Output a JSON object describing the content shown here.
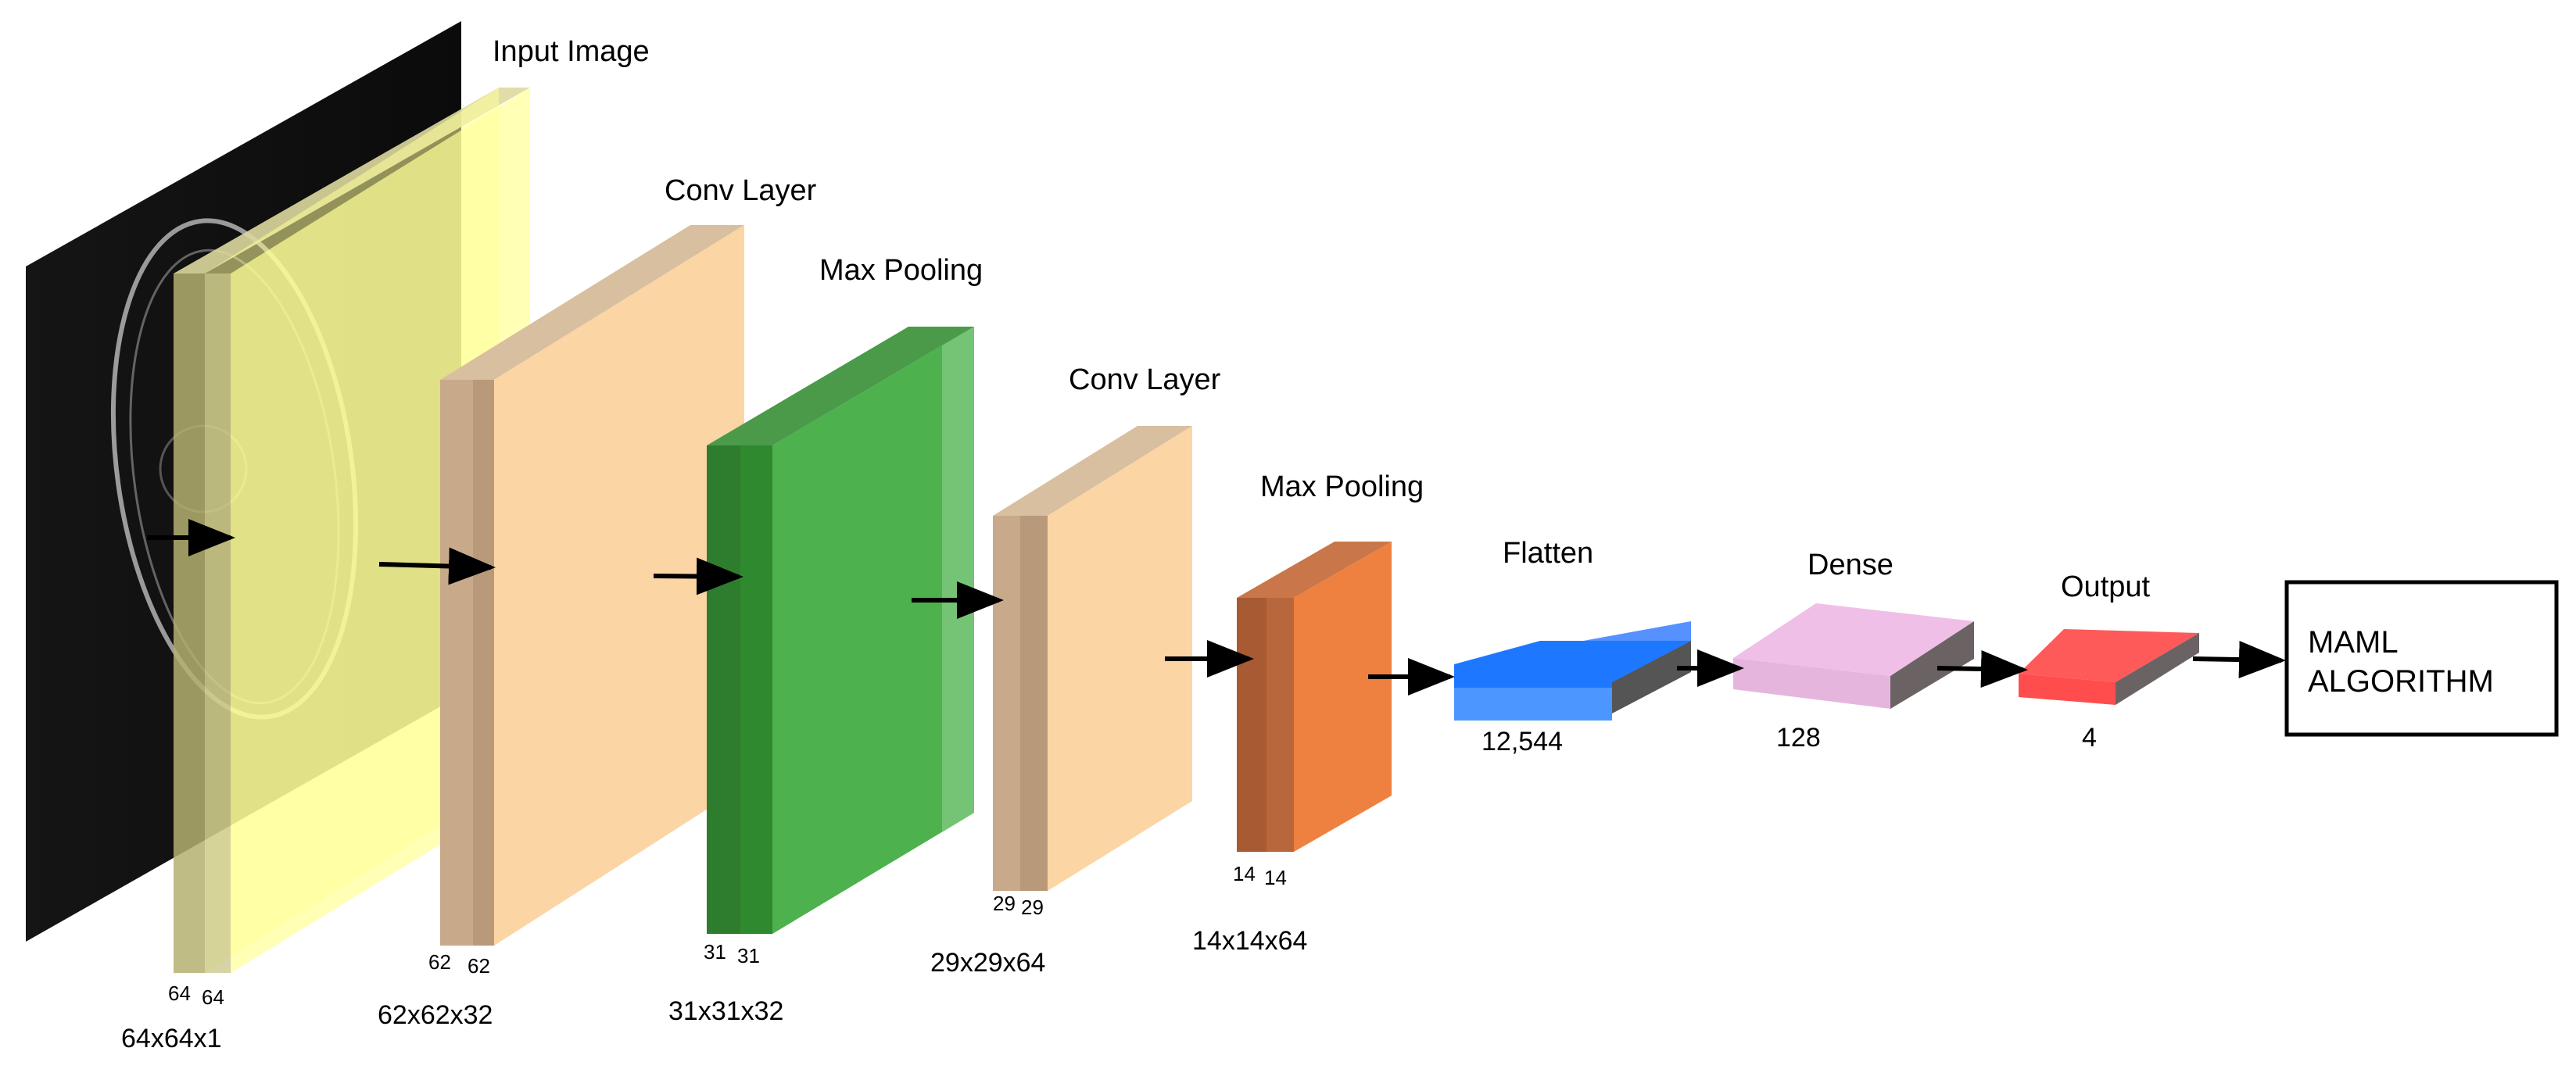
{
  "layers": {
    "input": {
      "title": "Input Image",
      "width": "64",
      "height": "64",
      "shape": "64x64x1"
    },
    "conv1": {
      "title": "Conv Layer",
      "width": "62",
      "height": "62",
      "shape": "62x62x32"
    },
    "pool1": {
      "title": "Max Pooling",
      "width": "31",
      "height": "31",
      "shape": "31x31x32"
    },
    "conv2": {
      "title": "Conv Layer",
      "width": "29",
      "height": "29",
      "shape": "29x29x64"
    },
    "pool2": {
      "title": "Max Pooling",
      "width": "14",
      "height": "14",
      "shape": "14x14x64"
    },
    "flatten": {
      "title": "Flatten",
      "size": "12,544"
    },
    "dense": {
      "title": "Dense",
      "size": "128"
    },
    "output": {
      "title": "Output",
      "size": "4"
    }
  },
  "maml_box": {
    "line1": "MAML",
    "line2": "ALGORITHM"
  },
  "colors": {
    "input_plane": "#ffff99",
    "conv": "#fcd5a5",
    "pool1": "#3aa83a",
    "pool2": "#ee8040",
    "flatten": "#1e78ff",
    "dense": "#f0bfe8",
    "output": "#ff4d4d",
    "side_shadow": "#6b6363"
  }
}
